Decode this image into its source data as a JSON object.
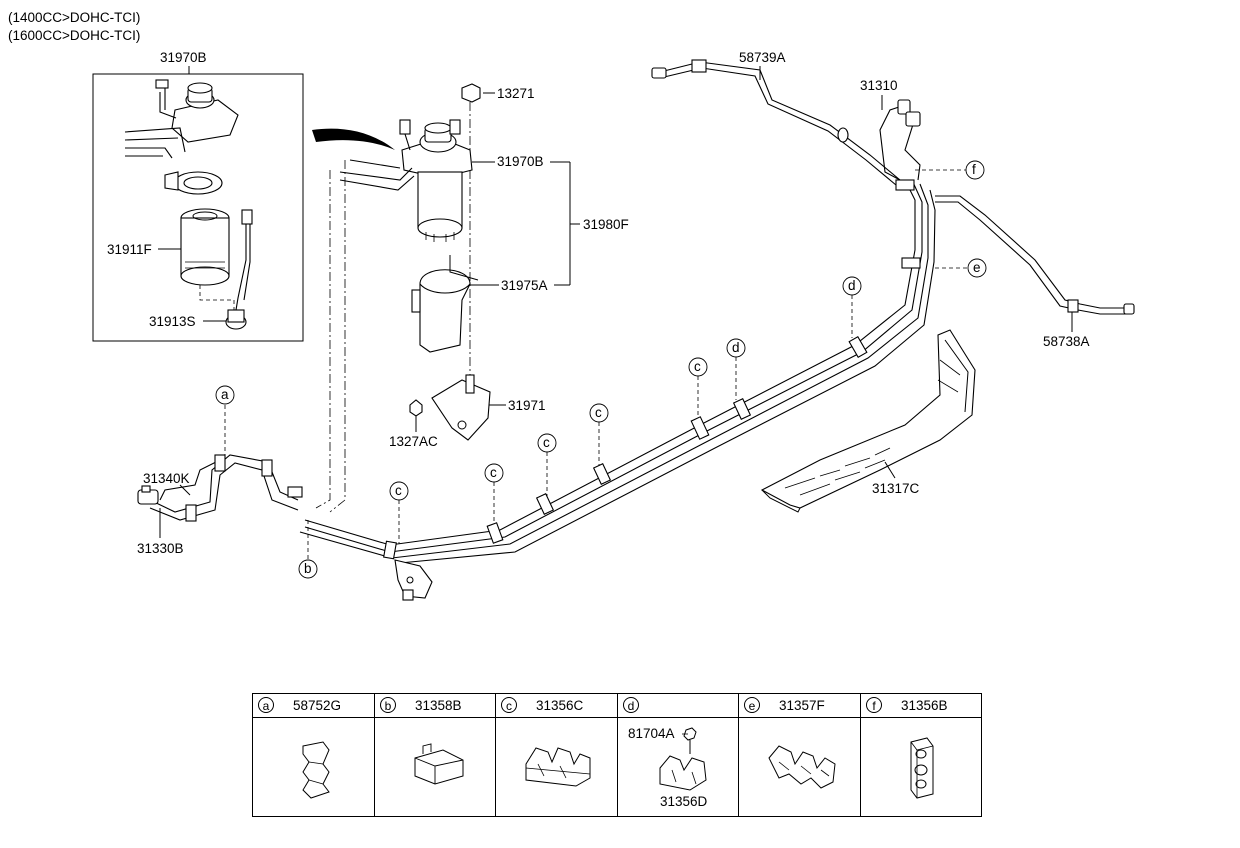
{
  "variants": [
    "(1400CC>DOHC-TCI)",
    "(1600CC>DOHC-TCI)"
  ],
  "labels": {
    "l31970B_inset": "31970B",
    "l31911F": "31911F",
    "l31913S": "31913S",
    "l13271": "13271",
    "l31970B": "31970B",
    "l31980F": "31980F",
    "l31975A": "31975A",
    "l31971": "31971",
    "l1327AC": "1327AC",
    "l58739A": "58739A",
    "l31310": "31310",
    "l58738A": "58738A",
    "l31317C": "31317C",
    "l31340K": "31340K",
    "l31330B": "31330B"
  },
  "callouts": {
    "a": "a",
    "b": "b",
    "c": "c",
    "d": "d",
    "e": "e",
    "f": "f"
  },
  "legend": [
    {
      "letter": "a",
      "code": "58752G"
    },
    {
      "letter": "b",
      "code": "31358B"
    },
    {
      "letter": "c",
      "code": "31356C"
    },
    {
      "letter": "d",
      "code": "",
      "sub_top": "81704A",
      "sub_bottom": "31356D"
    },
    {
      "letter": "e",
      "code": "31357F"
    },
    {
      "letter": "f",
      "code": "31356B"
    }
  ]
}
